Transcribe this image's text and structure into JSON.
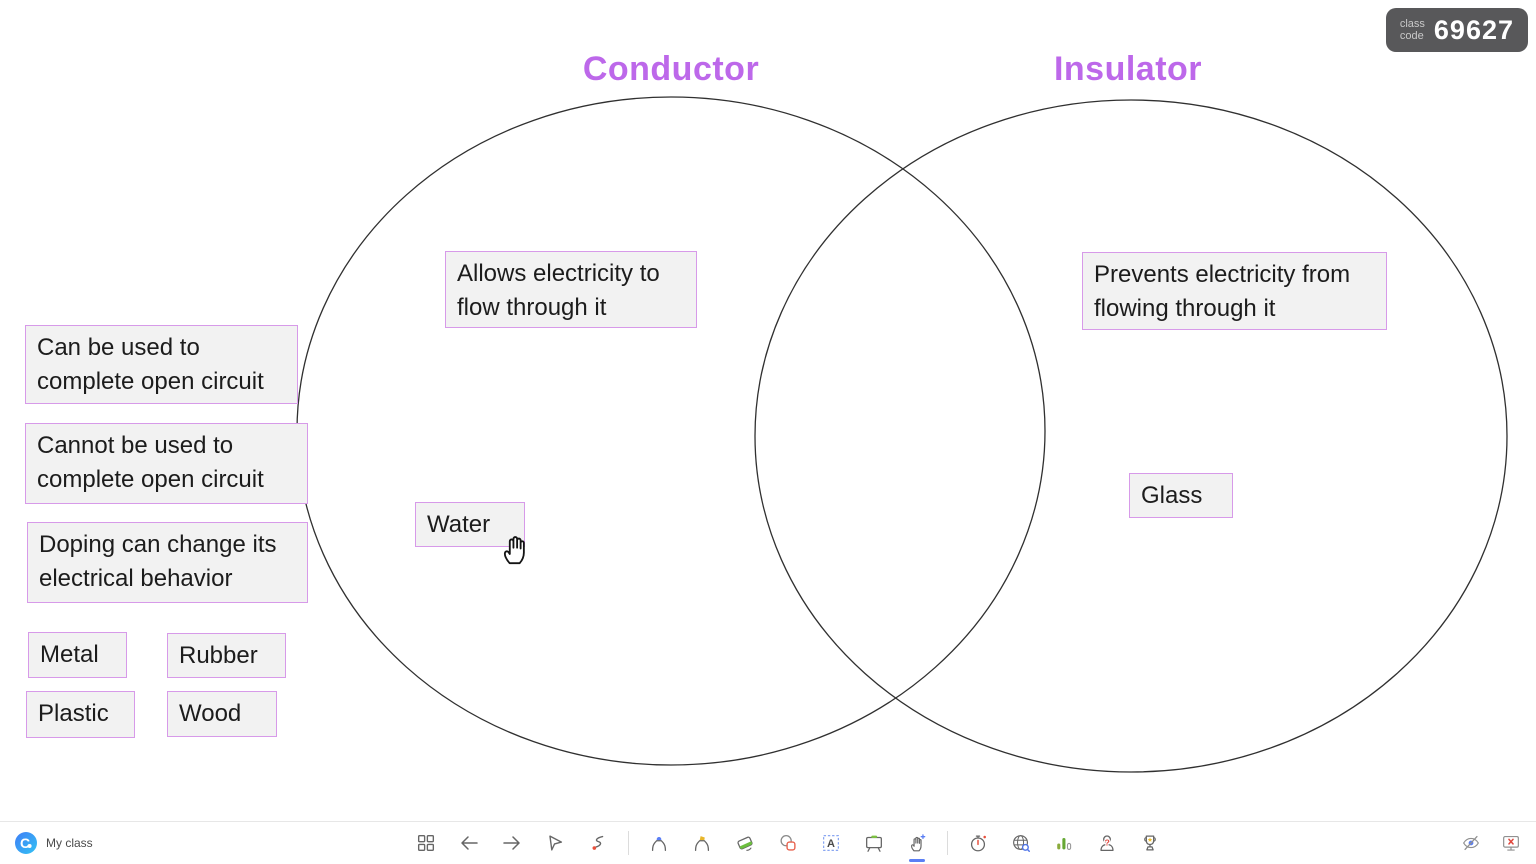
{
  "class_code": {
    "label": "class\ncode",
    "value": "69627"
  },
  "venn": {
    "left_title": "Conductor",
    "right_title": "Insulator",
    "title_color": "#bd68ea",
    "circle_stroke": "#303030"
  },
  "labels": [
    {
      "id": "allows",
      "text": "Allows electricity to\nflow through it",
      "zone": "conductor-circle"
    },
    {
      "id": "prevents",
      "text": "Prevents electricity from\nflowing through it",
      "zone": "insulator-circle"
    },
    {
      "id": "can",
      "text": "Can be used to\ncomplete open circuit",
      "zone": "unplaced"
    },
    {
      "id": "cannot",
      "text": "Cannot be used to\ncomplete open circuit",
      "zone": "unplaced"
    },
    {
      "id": "doping",
      "text": "Doping can change its\nelectrical behavior",
      "zone": "unplaced"
    },
    {
      "id": "metal",
      "text": "Metal",
      "zone": "unplaced"
    },
    {
      "id": "rubber",
      "text": "Rubber",
      "zone": "unplaced"
    },
    {
      "id": "plastic",
      "text": "Plastic",
      "zone": "unplaced"
    },
    {
      "id": "wood",
      "text": "Wood",
      "zone": "unplaced"
    },
    {
      "id": "water",
      "text": "Water",
      "zone": "conductor-circle"
    },
    {
      "id": "glass",
      "text": "Glass",
      "zone": "insulator-circle"
    }
  ],
  "box_style": {
    "background": "#f2f2f2",
    "border": "#d79ae9"
  },
  "toolbar": {
    "brand": "My class",
    "icons": [
      "slide-navigator-icon",
      "previous-slide-icon",
      "next-slide-icon",
      "pointer-icon",
      "laser-pen-icon",
      "pen-icon",
      "highlighter-icon",
      "eraser-icon",
      "shapes-icon",
      "text-box-icon",
      "whiteboard-icon",
      "draggable-objects-icon",
      "timer-icon",
      "embedded-browser-icon",
      "quick-poll-icon",
      "name-picker-icon",
      "leaderboard-icon"
    ],
    "right_icons": [
      "hide-toolbar-icon",
      "exit-slideshow-icon"
    ],
    "active_tool": "draggable-objects"
  },
  "cursor": {
    "type": "hand",
    "near": "Water"
  }
}
